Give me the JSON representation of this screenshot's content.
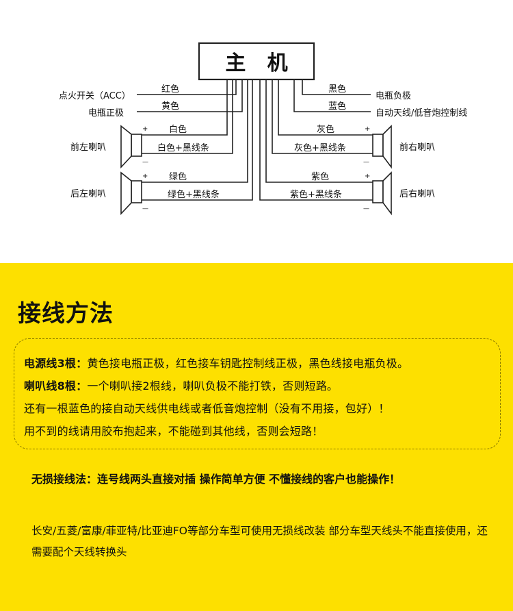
{
  "diagram": {
    "unit_label": "主   机",
    "left_labels": {
      "acc": "点火开关（ACC）",
      "battery_positive": "电瓶正极",
      "front_left": "前左喇叭",
      "rear_left": "后左喇叭"
    },
    "right_labels": {
      "battery_negative": "电瓶负极",
      "antenna": "自动天线/低音炮控制线",
      "front_right": "前右喇叭",
      "rear_right": "后右喇叭"
    },
    "wires": {
      "red": "红色",
      "yellow": "黄色",
      "black": "黑色",
      "blue": "蓝色",
      "white": "白色",
      "white_black": "白色+黑线条",
      "green": "绿色",
      "green_black": "绿色+黑线条",
      "gray": "灰色",
      "gray_black": "灰色+黑线条",
      "purple": "紫色",
      "purple_black": "紫色+黑线条"
    },
    "polarity": {
      "plus": "+",
      "minus": "—"
    }
  },
  "instructions": {
    "title": "接线方法",
    "power": {
      "label": "电源线3根：",
      "text": "黄色接电瓶正极，红色接车钥匙控制线正极，黑色线接电瓶负极。"
    },
    "speaker": {
      "label": "喇叭线8根：",
      "text": "一个喇叭接2根线，喇叭负极不能打铁，否则短路。"
    },
    "note1": "还有一根蓝色的接自动天线供电线或者低音炮控制（没有不用接，包好）！",
    "note2": "用不到的线请用胶布抱起来，不能碰到其他线，否则会短路！",
    "lossless": "无损接线法：连号线两头直接对插 操作简单方便 不懂接线的客户也能操作！",
    "compat": "长安/五菱/富康/菲亚特/比亚迪FO等部分车型可使用无损线改装 部分车型天线头不能直接使用，还需要配个天线转换头"
  },
  "colors": {
    "accent_yellow": "#fde000",
    "line": "#222222"
  }
}
